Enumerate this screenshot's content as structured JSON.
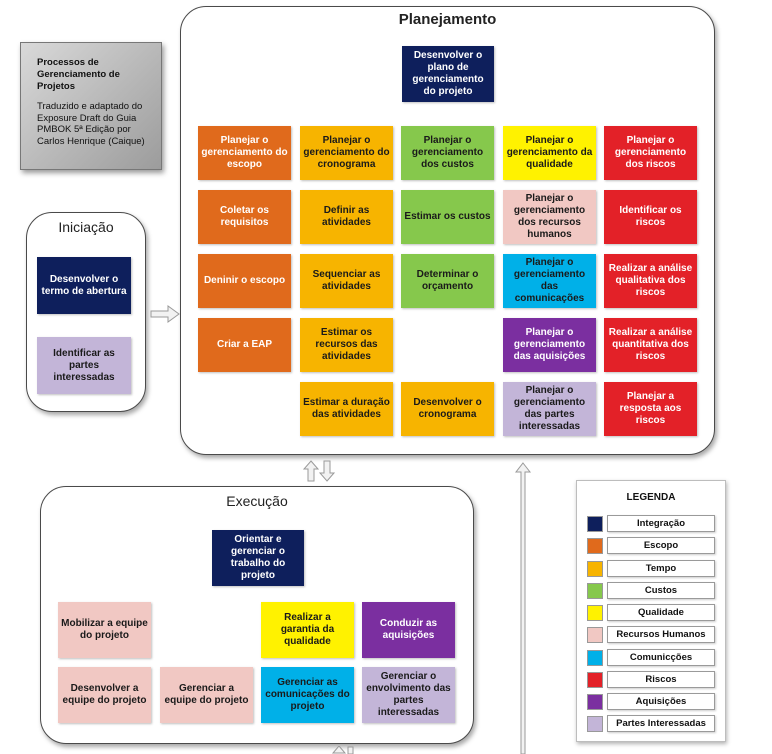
{
  "info_box": {
    "title": "Processos de Gerenciamento de Projetos",
    "note": "Traduzido e adaptado do Exposure Draft do Guia PMBOK 5ª Edição por Carlos Henrique (Caique)"
  },
  "planejamento": {
    "title": "Planejamento",
    "processes": {
      "integ_plano": "Desenvolver o plano de gerenciamento do projeto",
      "esc_planejar": "Planejar o gerenciamento do escopo",
      "esc_coletar": "Coletar os requisitos",
      "esc_definir": "Deninir o escopo",
      "esc_eap": "Criar a EAP",
      "tmp_planejar": "Planejar o gerenciamento do cronograma",
      "tmp_definir": "Definir as atividades",
      "tmp_sequenciar": "Sequenciar as atividades",
      "tmp_recursos": "Estimar os recursos das atividades",
      "tmp_duracao": "Estimar a duração das atividades",
      "cus_planejar": "Planejar o gerenciamento dos custos",
      "cus_estimar": "Estimar os custos",
      "cus_orcamento": "Determinar o orçamento",
      "tmp_cronograma": "Desenvolver o cronograma",
      "qua_planejar": "Planejar o gerenciamento da qualidade",
      "rh_planejar": "Planejar o gerenciamento dos recursos humanos",
      "com_planejar": "Planejar o gerenciamento das comunicações",
      "aq_planejar": "Planejar o gerenciamento das aquisições",
      "pi_planejar": "Planejar o gerenciamento das partes interessadas",
      "ris_planejar": "Planejar o gerenciamento dos riscos",
      "ris_identificar": "Identificar os riscos",
      "ris_qualitativa": "Realizar a análise qualitativa dos riscos",
      "ris_quantitativa": "Realizar a análise quantitativa dos riscos",
      "ris_resposta": "Planejar a resposta aos riscos"
    }
  },
  "iniciacao": {
    "title": "Iniciação",
    "processes": {
      "termo": "Desenvolver o termo de abertura",
      "partes": "Identificar as partes interessadas"
    }
  },
  "execucao": {
    "title": "Execução",
    "processes": {
      "orientar": "Orientar e gerenciar o trabalho do projeto",
      "mobilizar": "Mobilizar a equipe do projeto",
      "garantia": "Realizar a garantia da qualidade",
      "conduzir": "Conduzir as aquisições",
      "desenvolver_equipe": "Desenvolver a equipe do projeto",
      "gerenciar_equipe": "Gerenciar a equipe do projeto",
      "comunicacoes": "Gerenciar as comunicações do projeto",
      "envolvimento": "Gerenciar o envolvimento das partes interessadas"
    }
  },
  "legend": {
    "title": "LEGENDA",
    "items": [
      {
        "label": "Integração",
        "color": "#0e1f5c"
      },
      {
        "label": "Escopo",
        "color": "#e06a1c"
      },
      {
        "label": "Tempo",
        "color": "#f7b400"
      },
      {
        "label": "Custos",
        "color": "#86c84c"
      },
      {
        "label": "Qualidade",
        "color": "#fff200"
      },
      {
        "label": "Recursos Humanos",
        "color": "#f1c8c3"
      },
      {
        "label": "Comunicções",
        "color": "#00b0e8"
      },
      {
        "label": "Riscos",
        "color": "#e32128"
      },
      {
        "label": "Aquisições",
        "color": "#7b2fa0"
      },
      {
        "label": "Partes Interessadas",
        "color": "#c3b5d8"
      }
    ]
  }
}
